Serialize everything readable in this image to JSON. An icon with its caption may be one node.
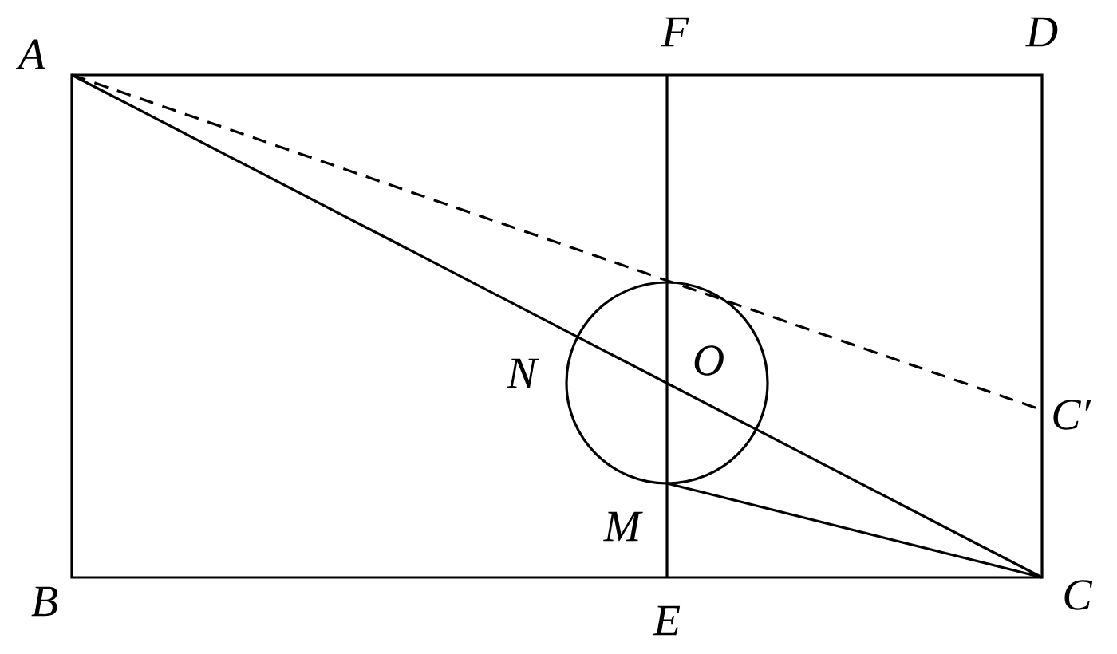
{
  "diagram": {
    "labels": [
      "A",
      "F",
      "D",
      "N",
      "O",
      "C′",
      "M",
      "B",
      "E",
      "C"
    ]
  }
}
